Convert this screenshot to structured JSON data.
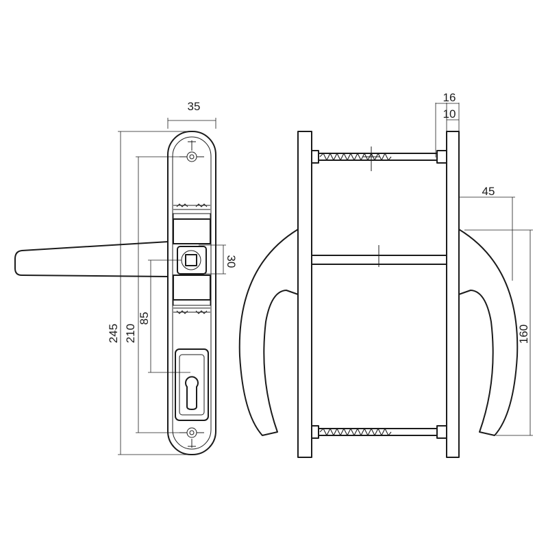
{
  "dimensions": {
    "plate_width": "35",
    "height_total": "245",
    "height_screws": "210",
    "backset": "85",
    "spindle_square": "30",
    "plate_thickness_outer": "16",
    "plate_thickness_inner": "10",
    "handle_projection": "45",
    "handle_length": "160"
  },
  "colors": {
    "line": "#1a1a1a",
    "background": "#ffffff"
  }
}
